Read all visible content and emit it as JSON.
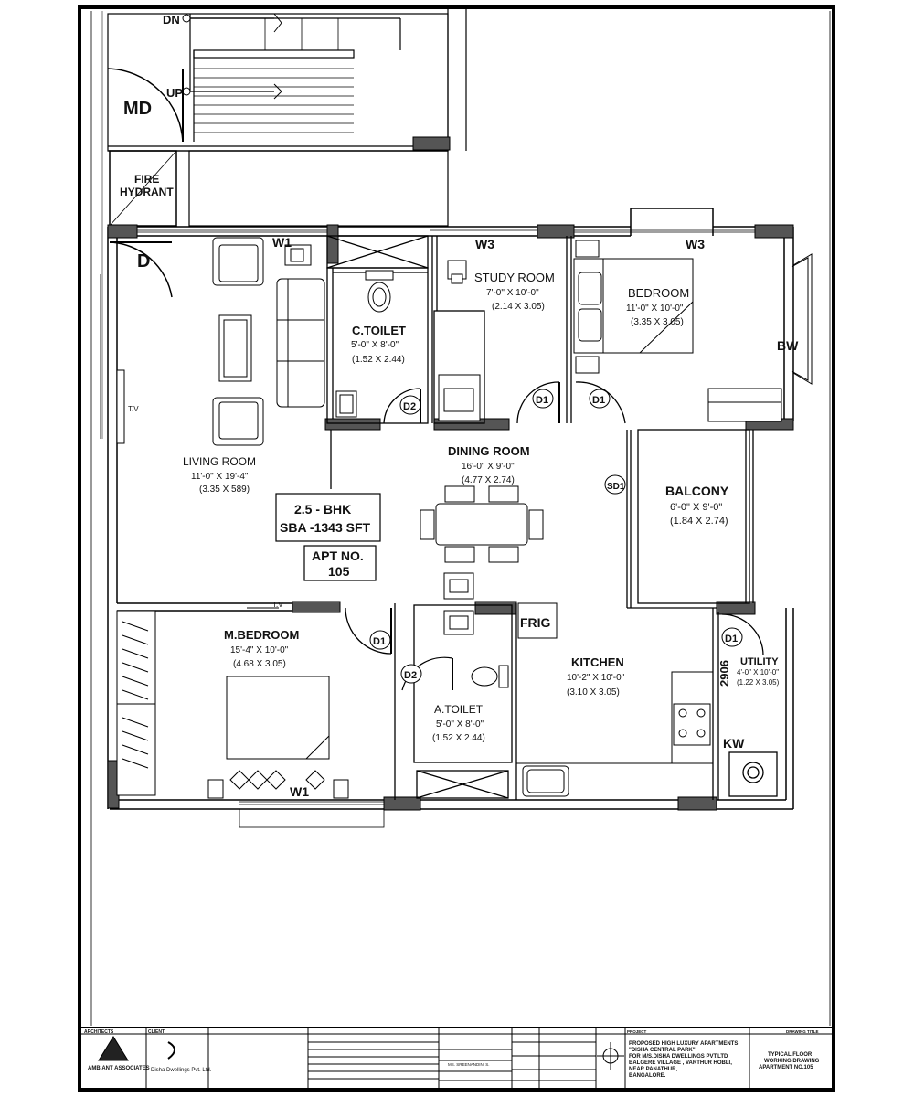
{
  "stairs": {
    "down": "DN",
    "up": "UP"
  },
  "doors": {
    "main": "MD",
    "d": "D",
    "d1": "D1",
    "d2": "D2",
    "sd1": "SD1"
  },
  "fire_hydrant": {
    "line1": "FIRE",
    "line2": "HYDRANT"
  },
  "windows": {
    "w1": "W1",
    "w3": "W3",
    "bw": "BW",
    "kw": "KW"
  },
  "tv": "T.V",
  "frig": "FRIG",
  "dim_2906": "2906",
  "rooms": {
    "living": {
      "name": "LIVING ROOM",
      "dim1": "11'-0\" X 19'-4\"",
      "dim2": "(3.35 X 589)"
    },
    "ctoilet": {
      "name": "C.TOILET",
      "dim1": "5'-0\" X 8'-0\"",
      "dim2": "(1.52 X 2.44)"
    },
    "study": {
      "name": "STUDY ROOM",
      "dim1": "7'-0\" X 10'-0\"",
      "dim2": "(2.14 X 3.05)"
    },
    "bedroom": {
      "name": "BEDROOM",
      "dim1": "11'-0\" X 10'-0\"",
      "dim2": "(3.35 X 3.05)"
    },
    "dining": {
      "name": "DINING ROOM",
      "dim1": "16'-0\" X 9'-0\"",
      "dim2": "(4.77 X 2.74)"
    },
    "balcony": {
      "name": "BALCONY",
      "dim1": "6'-0\" X 9'-0\"",
      "dim2": "(1.84 X 2.74)"
    },
    "mbedroom": {
      "name": "M.BEDROOM",
      "dim1": "15'-4\" X 10'-0\"",
      "dim2": "(4.68 X 3.05)"
    },
    "atoilet": {
      "name": "A.TOILET",
      "dim1": "5'-0\" X 8'-0\"",
      "dim2": "(1.52 X 2.44)"
    },
    "kitchen": {
      "name": "KITCHEN",
      "dim1": "10'-2\" X 10'-0\"",
      "dim2": "(3.10 X 3.05)"
    },
    "utility": {
      "name": "UTILITY",
      "dim1": "4'-0\" X 10'-0\"",
      "dim2": "(1.22 X 3.05)"
    }
  },
  "info": {
    "bhk": "2.5 - BHK",
    "sba": "SBA -1343 SFT",
    "apt_label": "APT NO.",
    "apt_no": "105"
  },
  "title_block": {
    "architects_header": "ARCHITECTS",
    "client_header": "CLIENT",
    "architect_firm": "AMBIANT ASSOCIATES",
    "client_name": "Disha Dwellings Pvt. Ltd.",
    "project_header": "PROJECT",
    "project_line1": "PROPOSED HIGH LUXURY APARTMENTS",
    "project_line2": "\"DISHA CENTRAL PARK\"",
    "project_line3": "FOR M/S.DISHA DWELLINGS PVT.LTD",
    "project_line4": "BALGERE VILLAGE , VARTHUR HOBLI,",
    "project_line5": "NEAR PANATHUR,",
    "project_line6": "BANGALORE.",
    "drawing_header": "DRAWING TITLE",
    "drawing_line1": "TYPICAL FLOOR",
    "drawing_line2": "WORKING DRAWING",
    "drawing_line3": "APARTMENT NO.105",
    "drawn_by": "MS. SREENANDINI S."
  }
}
